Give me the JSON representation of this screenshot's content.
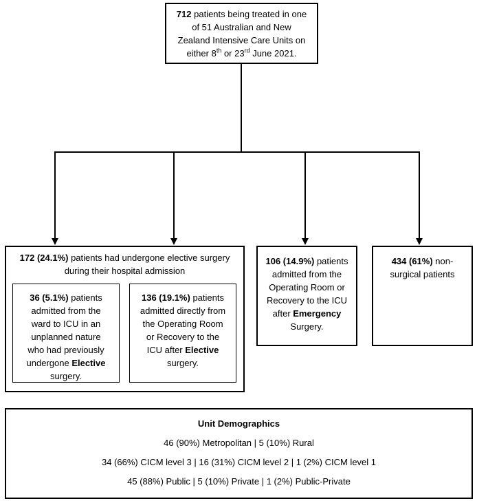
{
  "colors": {
    "background": "#ffffff",
    "line": "#000000",
    "text": "#000000"
  },
  "root_box": {
    "segments": [
      {
        "t": "712",
        "b": true
      },
      {
        "t": " patients being treated in one"
      },
      {
        "br": true
      },
      {
        "t": "of 51 Australian and New"
      },
      {
        "br": true
      },
      {
        "t": "Zealand Intensive Care Units on"
      },
      {
        "br": true
      },
      {
        "t": "either 8"
      },
      {
        "t": "th",
        "sup": true
      },
      {
        "t": " or 23"
      },
      {
        "t": "rd",
        "sup": true
      },
      {
        "t": " June 2021."
      }
    ]
  },
  "elective_box": {
    "header_segments": [
      {
        "t": "172 (24.1%)",
        "b": true
      },
      {
        "t": " patients had undergone elective surgery"
      },
      {
        "br": true
      },
      {
        "t": "during their hospital admission"
      }
    ]
  },
  "ward_subbox": {
    "segments": [
      {
        "t": "36 (5.1%)",
        "b": true
      },
      {
        "t": " patients"
      },
      {
        "br": true
      },
      {
        "t": "admitted from the"
      },
      {
        "br": true
      },
      {
        "t": "ward to ICU in an"
      },
      {
        "br": true
      },
      {
        "t": "unplanned nature"
      },
      {
        "br": true
      },
      {
        "t": "who had previously"
      },
      {
        "br": true
      },
      {
        "t": "undergone "
      },
      {
        "t": "Elective",
        "b": true
      },
      {
        "br": true
      },
      {
        "t": "surgery."
      }
    ]
  },
  "or_subbox": {
    "segments": [
      {
        "t": "136 (19.1%)",
        "b": true
      },
      {
        "t": " patients"
      },
      {
        "br": true
      },
      {
        "t": "admitted directly from"
      },
      {
        "br": true
      },
      {
        "t": "the Operating Room"
      },
      {
        "br": true
      },
      {
        "t": "or Recovery to the"
      },
      {
        "br": true
      },
      {
        "t": "ICU after "
      },
      {
        "t": "Elective",
        "b": true
      },
      {
        "br": true
      },
      {
        "t": "surgery."
      }
    ]
  },
  "emergency_box": {
    "segments": [
      {
        "t": "106 (14.9%)",
        "b": true
      },
      {
        "t": " patients"
      },
      {
        "br": true
      },
      {
        "t": "admitted from the"
      },
      {
        "br": true
      },
      {
        "t": "Operating Room or"
      },
      {
        "br": true
      },
      {
        "t": "Recovery to the ICU"
      },
      {
        "br": true
      },
      {
        "t": "after "
      },
      {
        "t": "Emergency",
        "b": true
      },
      {
        "br": true
      },
      {
        "t": "Surgery."
      }
    ]
  },
  "nonsurgical_box": {
    "segments": [
      {
        "t": "434 (61%)",
        "b": true
      },
      {
        "t": " non-"
      },
      {
        "br": true
      },
      {
        "t": "surgical patients"
      }
    ]
  },
  "demographics": {
    "title": "Unit Demographics",
    "lines": [
      "46 (90%) Metropolitan | 5 (10%) Rural",
      "34 (66%) CICM level 3 | 16 (31%) CICM level 2 | 1 (2%) CICM level 1",
      "45 (88%) Public | 5 (10%) Private | 1 (2%) Public-Private"
    ]
  }
}
